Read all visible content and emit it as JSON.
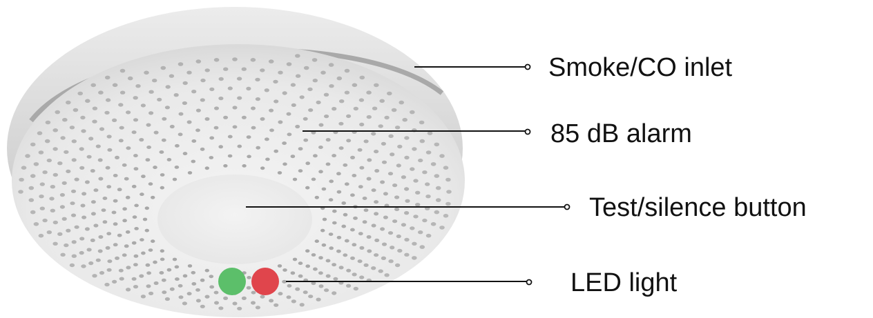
{
  "product": {
    "name": "smoke-co-detector",
    "led_colors": {
      "green": "#5cbf6a",
      "red": "#e0454c"
    }
  },
  "callouts": [
    {
      "id": "smoke-co-inlet",
      "label": "Smoke/CO inlet"
    },
    {
      "id": "alarm",
      "label": "85 dB alarm"
    },
    {
      "id": "test-silence-button",
      "label": "Test/silence button"
    },
    {
      "id": "led-light",
      "label": "LED light"
    }
  ]
}
